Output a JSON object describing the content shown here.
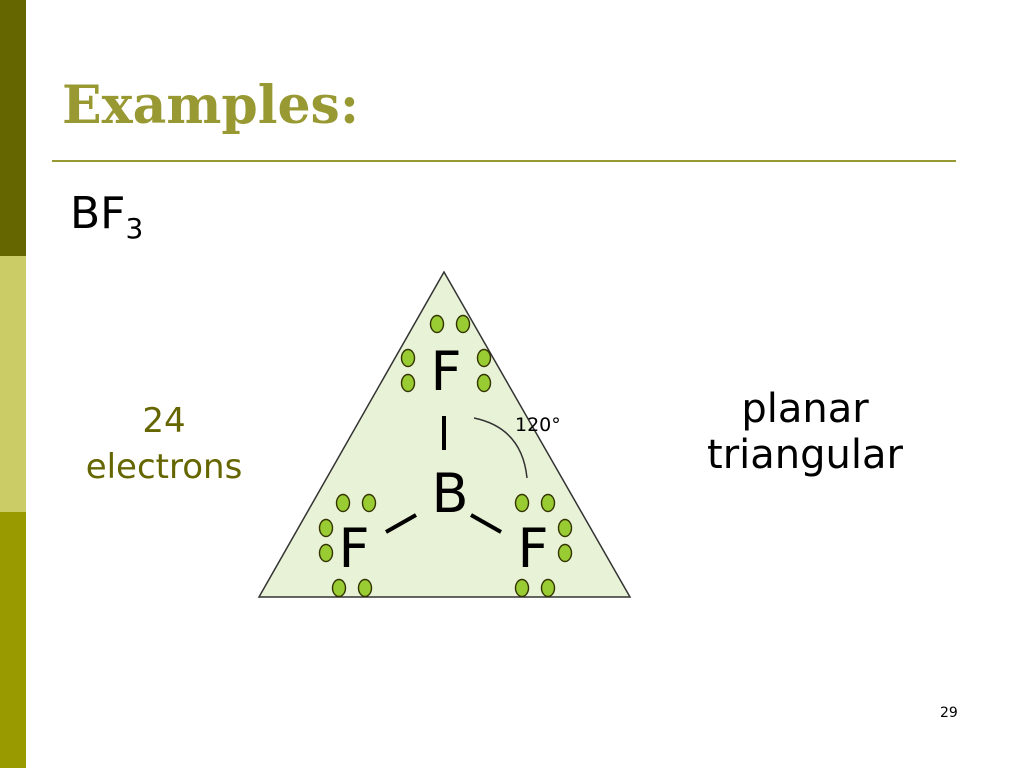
{
  "slide": {
    "title": "Examples:",
    "formula_base": "BF",
    "formula_subscript": "3",
    "electron_count": "24",
    "electron_word": "electrons",
    "geometry_line1": "planar",
    "geometry_line2": "triangular",
    "slide_number": "29"
  },
  "diagram": {
    "central_atom": "B",
    "top_atom": "F",
    "left_atom": "F",
    "right_atom": "F",
    "bond_angle": "120°",
    "lone_pairs_per_fluorine": 3,
    "triangle_fill": "#e8f2d6",
    "electron_dot_color": "#99cc33"
  },
  "theme": {
    "title_color": "#999933",
    "accent_dark": "#666600",
    "accent_light": "#cccc66",
    "accent_mid": "#999900"
  }
}
